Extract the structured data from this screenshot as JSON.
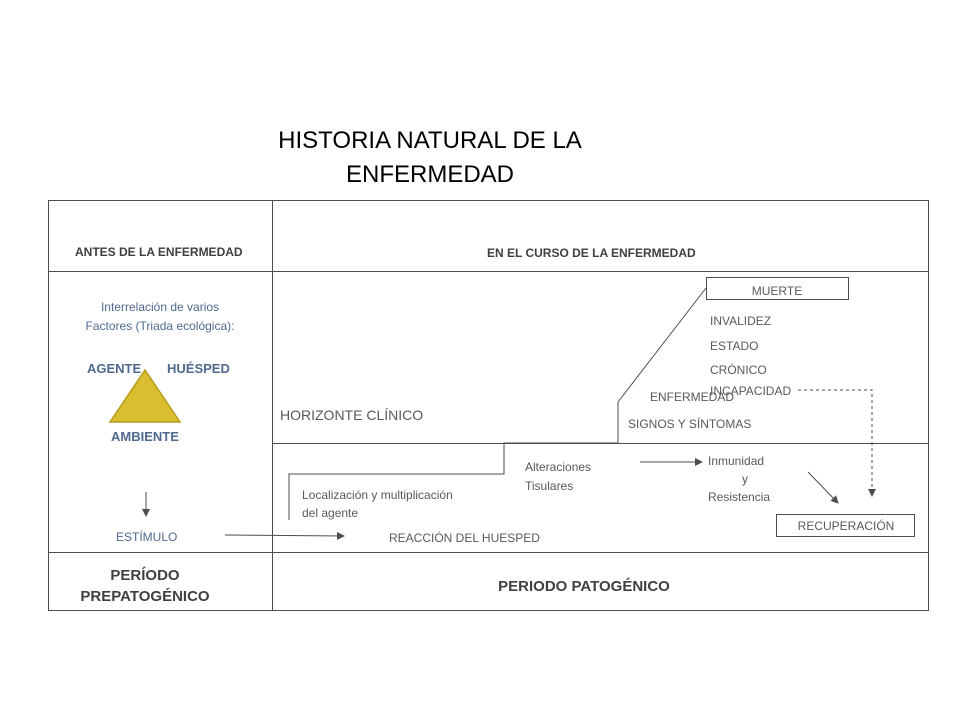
{
  "title": {
    "line1": "HISTORIA NATURAL DE LA",
    "line2": "ENFERMEDAD"
  },
  "header": {
    "left": "ANTES DE LA ENFERMEDAD",
    "right": "EN EL CURSO DE LA ENFERMEDAD"
  },
  "prepathogenic": {
    "intro_line1": "Interrelación de varios",
    "intro_line2": "Factores (Triada ecológica):",
    "agent": "AGENTE",
    "host": "HUÉSPED",
    "environment": "AMBIENTE",
    "stimulus": "ESTÍMULO"
  },
  "pathogenic": {
    "horizon": "HORIZONTE CLÍNICO",
    "localization_line1": "Localización y multiplicación",
    "localization_line2": "del agente",
    "alterations_line1": "Alteraciones",
    "alterations_line2": "Tisulares",
    "host_reaction": "REACCIÓN  DEL  HUESPED",
    "signs": "SIGNOS Y SÍNTOMAS",
    "disease": "ENFERMEDAD",
    "disability": "INCAPACIDAD",
    "chronic_line1": "ESTADO",
    "chronic_line2": "CRÓNICO",
    "invalidity": "INVALIDEZ",
    "death": "MUERTE",
    "immunity_line1": "Inmunidad",
    "immunity_line2": "y",
    "immunity_line3": "Resistencia",
    "recovery": "RECUPERACIÓN"
  },
  "footer": {
    "left_line1": "PERÍODO",
    "left_line2": "PREPATOGÉNICO",
    "right": "PERIODO PATOGÉNICO"
  },
  "colors": {
    "triangle": "#d9bf2f",
    "triangle_stroke": "#b59c1c",
    "accent_text": "#4f6a8f",
    "lines": "#4d4d4d"
  }
}
